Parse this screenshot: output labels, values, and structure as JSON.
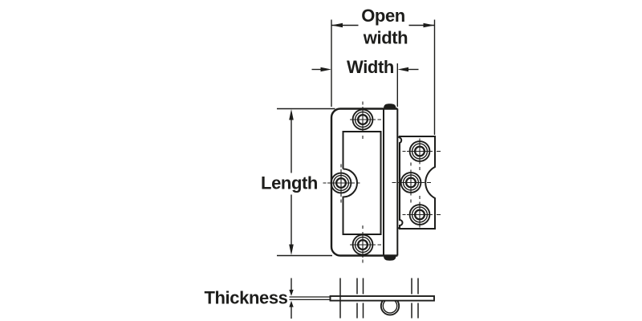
{
  "diagram": {
    "type": "technical-line-drawing",
    "line_color": "#1d1d1b",
    "background_color": "#ffffff",
    "labels": {
      "open_width_line1": "Open",
      "open_width_line2": "width",
      "width": "Width",
      "length": "Length",
      "thickness": "Thickness"
    }
  }
}
